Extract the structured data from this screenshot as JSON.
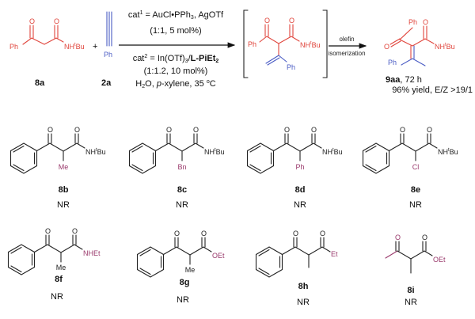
{
  "scheme": {
    "reactant_8a": {
      "ph": "Ph",
      "o1": "O",
      "o2": "O",
      "amine": [
        "NH",
        "t",
        "Bu"
      ],
      "label": "8a"
    },
    "plus": "+",
    "alkyne_2a": {
      "ph": "Ph",
      "label": "2a"
    },
    "conditions": {
      "line1": [
        "cat",
        "1",
        " = AuCl•PPh",
        "3",
        ", AgOTf"
      ],
      "line2": "(1:1, 5 mol%)",
      "line3": [
        "cat",
        "2",
        " = In(OTf)",
        "3",
        "/",
        "L-PiEt",
        "2"
      ],
      "line4": "(1:1.2, 10 mol%)",
      "line5": [
        "H",
        "2",
        "O, ",
        "p",
        "-xylene, 35 ",
        "o",
        "C"
      ]
    },
    "intermediate": {
      "ph": "Ph",
      "o1": "O",
      "o2": "O",
      "amine": [
        "NH",
        "t",
        "Bu"
      ],
      "vinyl_ph": "Ph"
    },
    "step2": {
      "line1": "olefin",
      "line2": "isomerization"
    },
    "product_9aa": {
      "o1": "O",
      "ph_top": "Ph",
      "o2": "O",
      "amine": [
        "NH",
        "t",
        "Bu"
      ],
      "ph_bottom": "Ph",
      "label": "9aa",
      "time": ", 72 h",
      "result": "96% yield, E/Z >19/1"
    }
  },
  "compounds": [
    {
      "label": "8b",
      "result": "NR",
      "sub": "Me",
      "end": [
        "NH",
        "t",
        "Bu"
      ]
    },
    {
      "label": "8c",
      "result": "NR",
      "sub": "Bn",
      "end": [
        "NH",
        "t",
        "Bu"
      ]
    },
    {
      "label": "8d",
      "result": "NR",
      "sub": "Ph",
      "end": [
        "NH",
        "t",
        "Bu"
      ]
    },
    {
      "label": "8e",
      "result": "NR",
      "sub": "Cl",
      "end": [
        "NH",
        "t",
        "Bu"
      ]
    },
    {
      "label": "8f",
      "result": "NR",
      "sub": "Me",
      "end": [
        "NHEt"
      ]
    },
    {
      "label": "8g",
      "result": "NR",
      "sub": "Me",
      "end": [
        "OEt"
      ]
    },
    {
      "label": "8h",
      "result": "NR",
      "end": [
        "Et"
      ]
    },
    {
      "label": "8i",
      "result": "NR",
      "end": [
        "OEt"
      ]
    }
  ],
  "atom_o": "O",
  "colors": {
    "reactant": "#e0453c",
    "alkyne": "#4a5cc4",
    "substituent": "#9a3a6c"
  }
}
